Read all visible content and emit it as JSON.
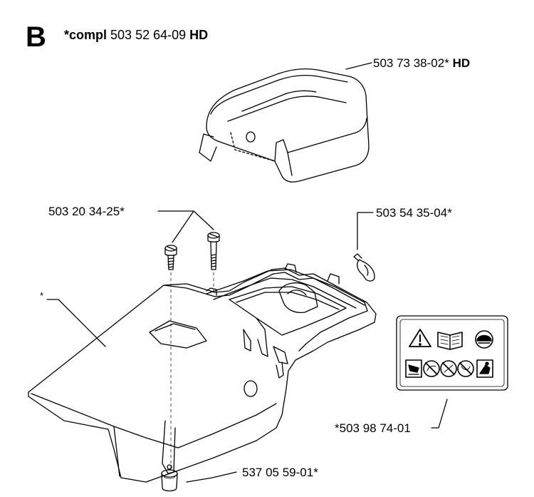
{
  "header": {
    "section_letter": "B",
    "compl_prefix": "*compl",
    "compl_number": "503 52 64-09",
    "compl_suffix": "HD"
  },
  "callouts": {
    "top_cover": {
      "number": "503 73 38-02*",
      "suffix": "HD"
    },
    "screws": {
      "number": "503 20 34-25*"
    },
    "clip": {
      "number": "503 54 35-04*"
    },
    "housing": {
      "number": "*"
    },
    "decal": {
      "number": "*503 98 74-01"
    },
    "plug": {
      "number": "537 05 59-01*"
    }
  }
}
